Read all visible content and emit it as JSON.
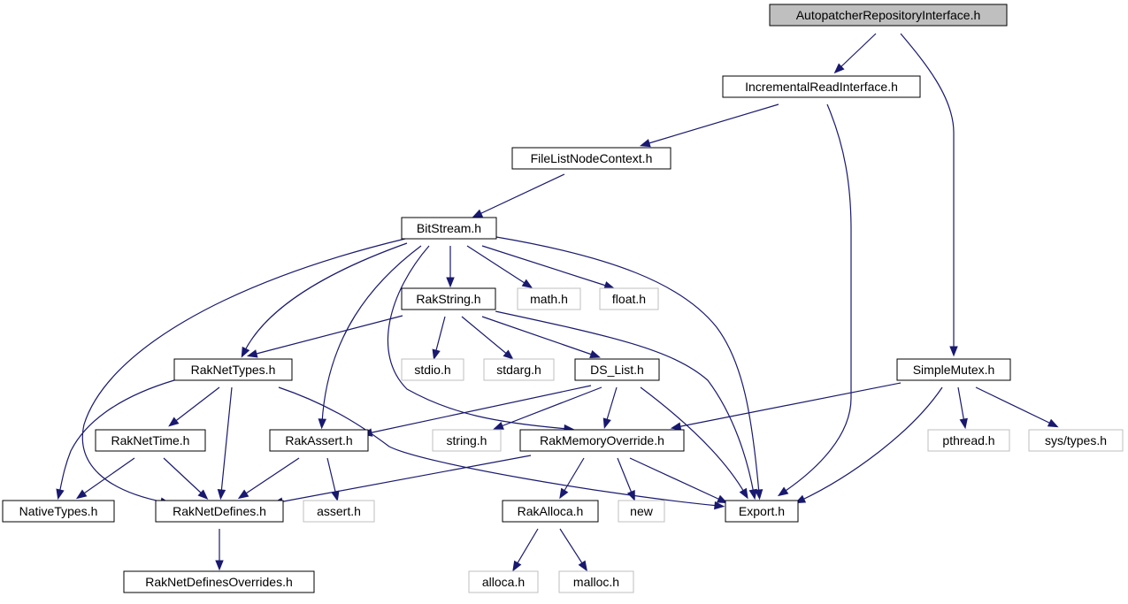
{
  "graph": {
    "nodes": [
      {
        "id": "AutopatcherRepositoryInterface",
        "label": "AutopatcherRepositoryInterface.h",
        "kind": "main"
      },
      {
        "id": "IncrementalReadInterface",
        "label": "IncrementalReadInterface.h",
        "kind": "std"
      },
      {
        "id": "FileListNodeContext",
        "label": "FileListNodeContext.h",
        "kind": "std"
      },
      {
        "id": "BitStream",
        "label": "BitStream.h",
        "kind": "std"
      },
      {
        "id": "RakString",
        "label": "RakString.h",
        "kind": "std"
      },
      {
        "id": "math",
        "label": "math.h",
        "kind": "ext"
      },
      {
        "id": "float",
        "label": "float.h",
        "kind": "ext"
      },
      {
        "id": "RakNetTypes",
        "label": "RakNetTypes.h",
        "kind": "std"
      },
      {
        "id": "stdio",
        "label": "stdio.h",
        "kind": "ext"
      },
      {
        "id": "stdarg",
        "label": "stdarg.h",
        "kind": "ext"
      },
      {
        "id": "DS_List",
        "label": "DS_List.h",
        "kind": "std"
      },
      {
        "id": "SimpleMutex",
        "label": "SimpleMutex.h",
        "kind": "std"
      },
      {
        "id": "RakNetTime",
        "label": "RakNetTime.h",
        "kind": "std"
      },
      {
        "id": "RakAssert",
        "label": "RakAssert.h",
        "kind": "std"
      },
      {
        "id": "string",
        "label": "string.h",
        "kind": "ext"
      },
      {
        "id": "RakMemoryOverride",
        "label": "RakMemoryOverride.h",
        "kind": "std"
      },
      {
        "id": "pthread",
        "label": "pthread.h",
        "kind": "ext"
      },
      {
        "id": "systypes",
        "label": "sys/types.h",
        "kind": "ext"
      },
      {
        "id": "NativeTypes",
        "label": "NativeTypes.h",
        "kind": "std"
      },
      {
        "id": "RakNetDefines",
        "label": "RakNetDefines.h",
        "kind": "std"
      },
      {
        "id": "assert",
        "label": "assert.h",
        "kind": "ext"
      },
      {
        "id": "RakAlloca",
        "label": "RakAlloca.h",
        "kind": "std"
      },
      {
        "id": "new",
        "label": "new",
        "kind": "ext"
      },
      {
        "id": "Export",
        "label": "Export.h",
        "kind": "std"
      },
      {
        "id": "RakNetDefinesOverrides",
        "label": "RakNetDefinesOverrides.h",
        "kind": "std"
      },
      {
        "id": "alloca",
        "label": "alloca.h",
        "kind": "ext"
      },
      {
        "id": "malloc",
        "label": "malloc.h",
        "kind": "ext"
      }
    ],
    "edges": [
      {
        "from": "AutopatcherRepositoryInterface",
        "to": "IncrementalReadInterface"
      },
      {
        "from": "AutopatcherRepositoryInterface",
        "to": "SimpleMutex"
      },
      {
        "from": "IncrementalReadInterface",
        "to": "FileListNodeContext"
      },
      {
        "from": "IncrementalReadInterface",
        "to": "Export"
      },
      {
        "from": "FileListNodeContext",
        "to": "BitStream"
      },
      {
        "from": "BitStream",
        "to": "RakString"
      },
      {
        "from": "BitStream",
        "to": "math"
      },
      {
        "from": "BitStream",
        "to": "float"
      },
      {
        "from": "BitStream",
        "to": "RakNetTypes"
      },
      {
        "from": "BitStream",
        "to": "RakAssert"
      },
      {
        "from": "BitStream",
        "to": "RakMemoryOverride"
      },
      {
        "from": "BitStream",
        "to": "RakNetDefines"
      },
      {
        "from": "BitStream",
        "to": "Export"
      },
      {
        "from": "RakString",
        "to": "RakNetTypes"
      },
      {
        "from": "RakString",
        "to": "stdio"
      },
      {
        "from": "RakString",
        "to": "stdarg"
      },
      {
        "from": "RakString",
        "to": "DS_List"
      },
      {
        "from": "RakString",
        "to": "Export"
      },
      {
        "from": "RakNetTypes",
        "to": "RakNetTime"
      },
      {
        "from": "RakNetTypes",
        "to": "NativeTypes"
      },
      {
        "from": "RakNetTypes",
        "to": "RakNetDefines"
      },
      {
        "from": "RakNetTypes",
        "to": "Export"
      },
      {
        "from": "DS_List",
        "to": "RakAssert"
      },
      {
        "from": "DS_List",
        "to": "string"
      },
      {
        "from": "DS_List",
        "to": "RakMemoryOverride"
      },
      {
        "from": "DS_List",
        "to": "Export"
      },
      {
        "from": "SimpleMutex",
        "to": "RakMemoryOverride"
      },
      {
        "from": "SimpleMutex",
        "to": "pthread"
      },
      {
        "from": "SimpleMutex",
        "to": "systypes"
      },
      {
        "from": "SimpleMutex",
        "to": "Export"
      },
      {
        "from": "RakNetTime",
        "to": "NativeTypes"
      },
      {
        "from": "RakNetTime",
        "to": "RakNetDefines"
      },
      {
        "from": "RakAssert",
        "to": "RakNetDefines"
      },
      {
        "from": "RakAssert",
        "to": "assert"
      },
      {
        "from": "RakMemoryOverride",
        "to": "RakNetDefines"
      },
      {
        "from": "RakMemoryOverride",
        "to": "RakAlloca"
      },
      {
        "from": "RakMemoryOverride",
        "to": "new"
      },
      {
        "from": "RakMemoryOverride",
        "to": "Export"
      },
      {
        "from": "RakNetDefines",
        "to": "RakNetDefinesOverrides"
      },
      {
        "from": "RakAlloca",
        "to": "alloca"
      },
      {
        "from": "RakAlloca",
        "to": "malloc"
      }
    ]
  },
  "colors": {
    "edge": "#191970",
    "main_fill": "#bfbfbf",
    "node_border": "#000000",
    "external_border": "#bfbfbf",
    "background": "#ffffff"
  }
}
